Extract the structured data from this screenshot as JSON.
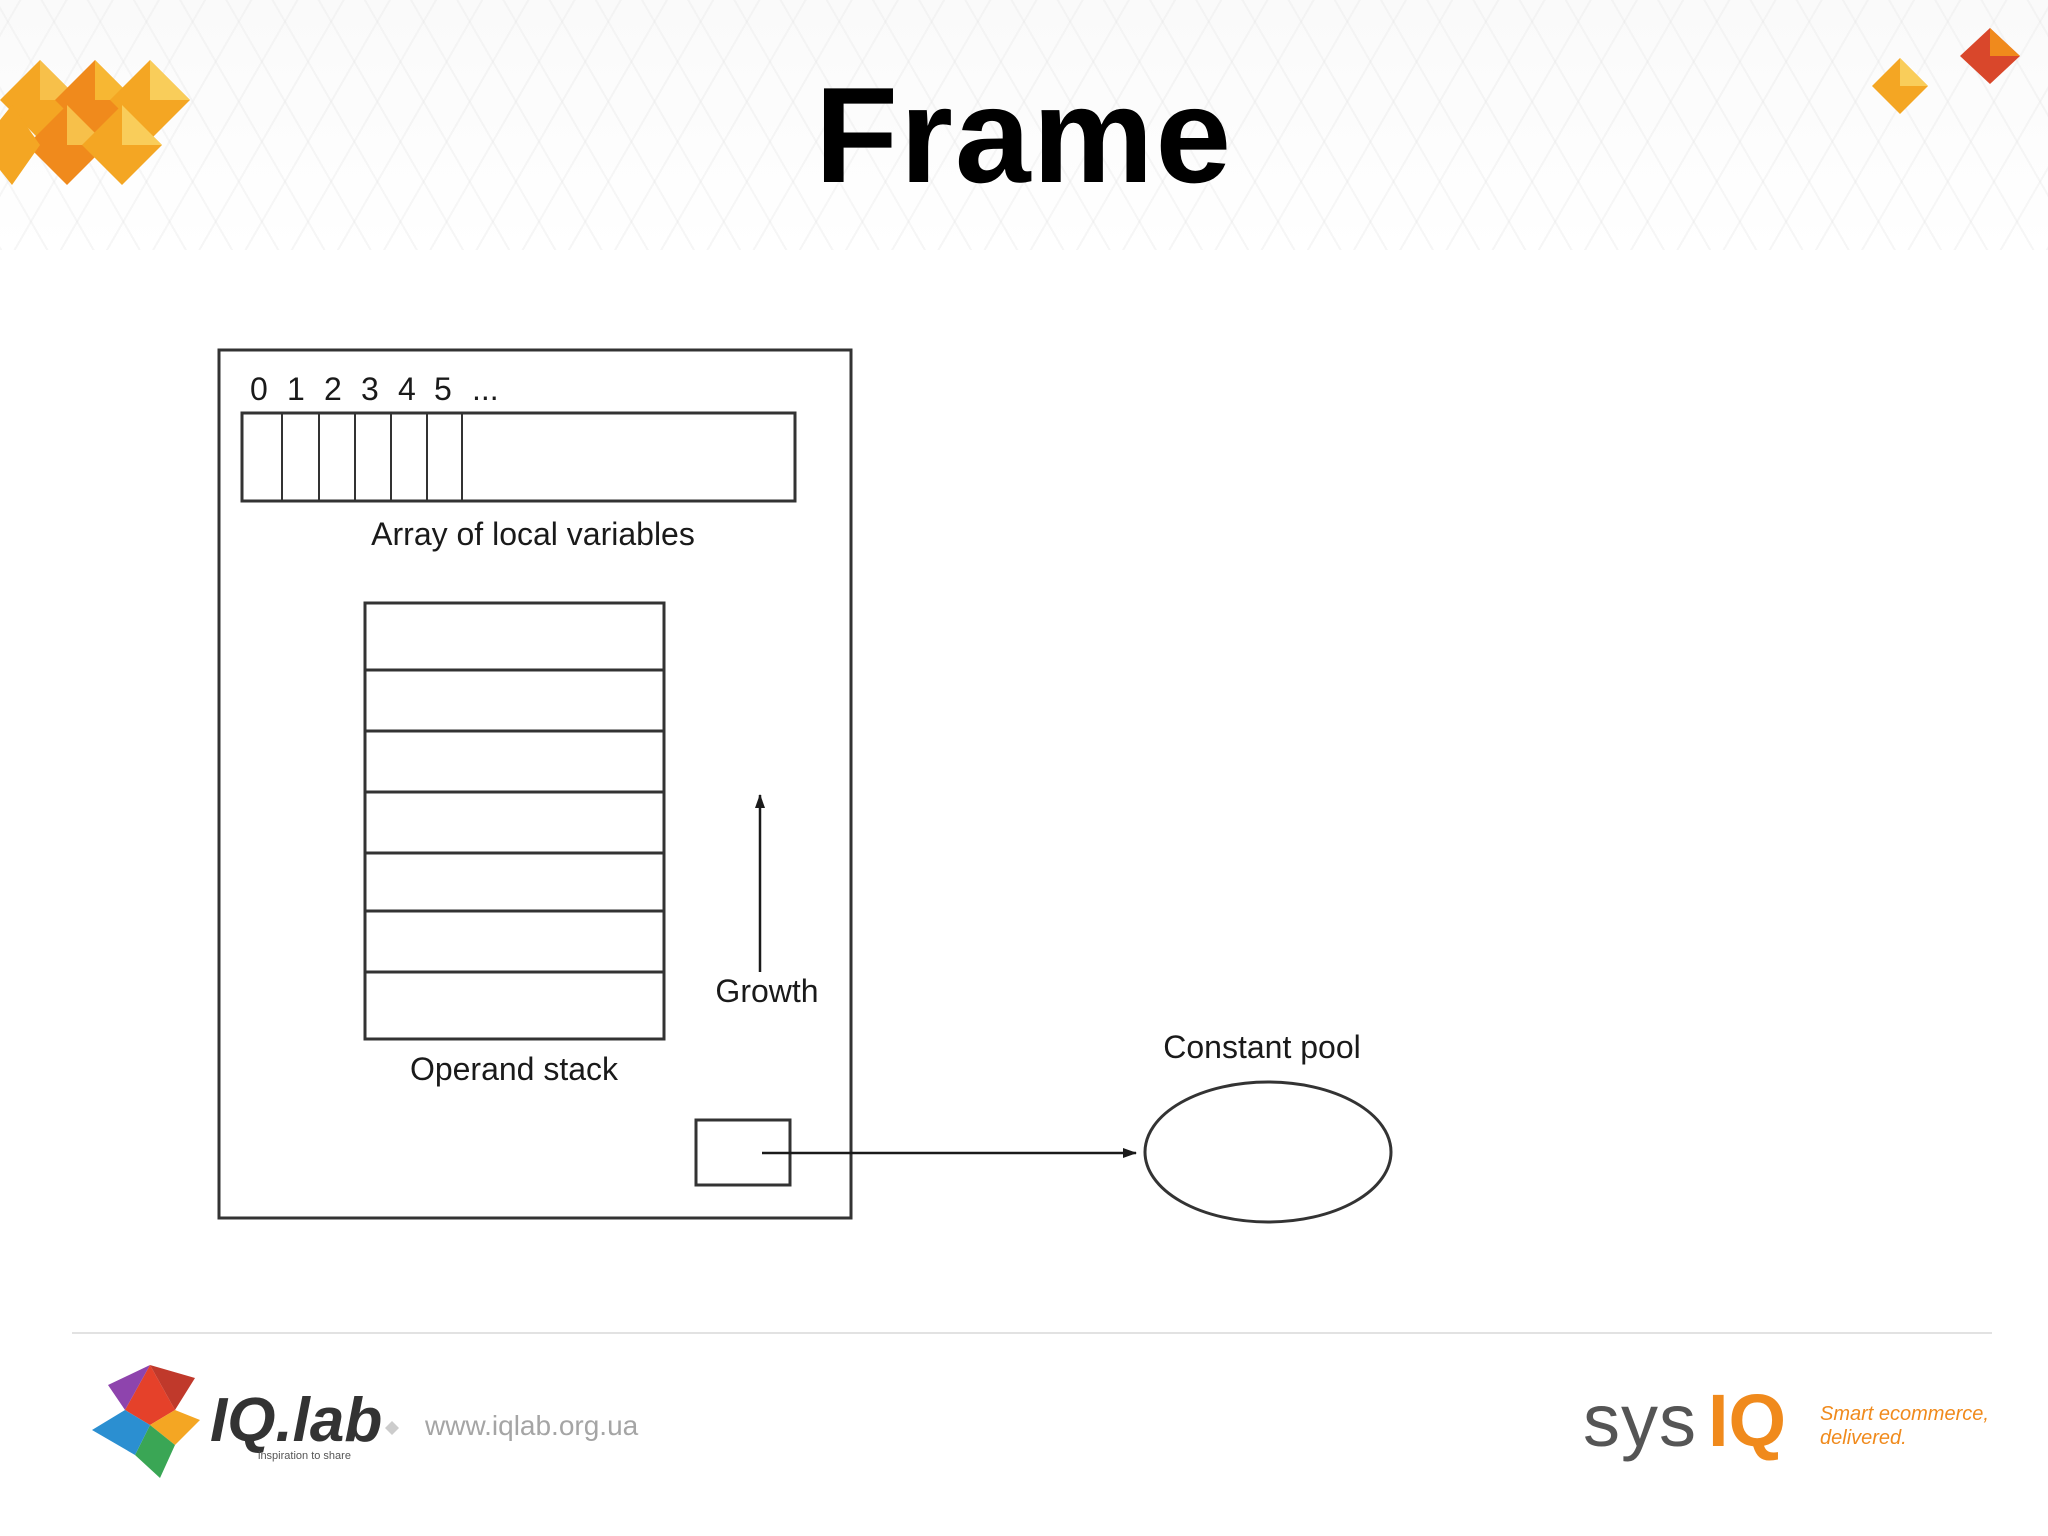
{
  "slide": {
    "title": "Frame"
  },
  "diagram": {
    "index_labels": [
      "0",
      "1",
      "2",
      "3",
      "4",
      "5",
      "..."
    ],
    "locals_caption": "Array of local variables",
    "stack_caption": "Operand stack",
    "growth_label": "Growth",
    "pool_label": "Constant pool"
  },
  "footer": {
    "iqlab_name": "IQ.lab",
    "iqlab_tagline": "inspiration to share",
    "url": "www.iqlab.org.ua",
    "sysiq_sys": "sys",
    "sysiq_iq": "IQ",
    "sysiq_tagline_1": "Smart ecommerce,",
    "sysiq_tagline_2": "delivered."
  },
  "colors": {
    "accent_orange": "#f08a1c",
    "accent_yellow": "#f7b733",
    "accent_red": "#d9472b",
    "line": "#333333"
  }
}
